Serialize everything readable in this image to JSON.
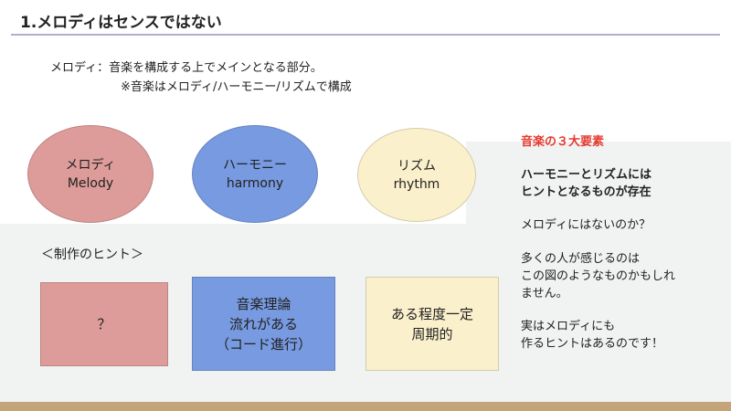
{
  "title": "1.メロディはセンスではない",
  "intro": {
    "term": "メロディ：音楽を構成する上でメインとなる部分。",
    "note": "※音楽はメロディ/ハーモニー/リズムで構成"
  },
  "elements": [
    {
      "jp": "メロディ",
      "en": "Melody",
      "color": "#dd9c9a"
    },
    {
      "jp": "ハーモニー",
      "en": "harmony",
      "color": "#779ae0"
    },
    {
      "jp": "リズム",
      "en": "rhythm",
      "color": "#fbf0cc"
    }
  ],
  "hint_heading": "＜制作のヒント＞",
  "hints": [
    {
      "lines": [
        "？"
      ],
      "color": "#dd9c9a"
    },
    {
      "lines": [
        "音楽理論",
        "流れがある",
        "（コード進行）"
      ],
      "color": "#779ae0"
    },
    {
      "lines": [
        "ある程度一定",
        "周期的"
      ],
      "color": "#fbf0cc"
    }
  ],
  "side": {
    "heading": "音楽の３大要素",
    "bold": [
      "ハーモニーとリズムには",
      "ヒントとなるものが存在"
    ],
    "q": "メロディにはないのか？",
    "p1": [
      "多くの人が感じるのは",
      "この図のようなものかもしれ",
      "ません。"
    ],
    "p2": [
      "実はメロディにも",
      "作るヒントはあるのです！"
    ]
  }
}
